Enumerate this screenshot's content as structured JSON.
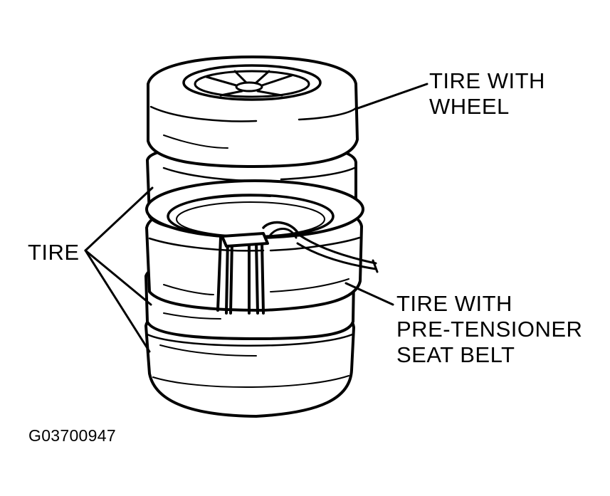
{
  "labels": {
    "tire_with_wheel": [
      "TIRE WITH",
      "WHEEL"
    ],
    "tire": "TIRE",
    "tire_with_pretensioner": [
      "TIRE WITH",
      "PRE-TENSIONER",
      "SEAT BELT"
    ]
  },
  "figure_code": "G03700947",
  "colors": {
    "ink": "#000000",
    "paper": "#ffffff"
  }
}
